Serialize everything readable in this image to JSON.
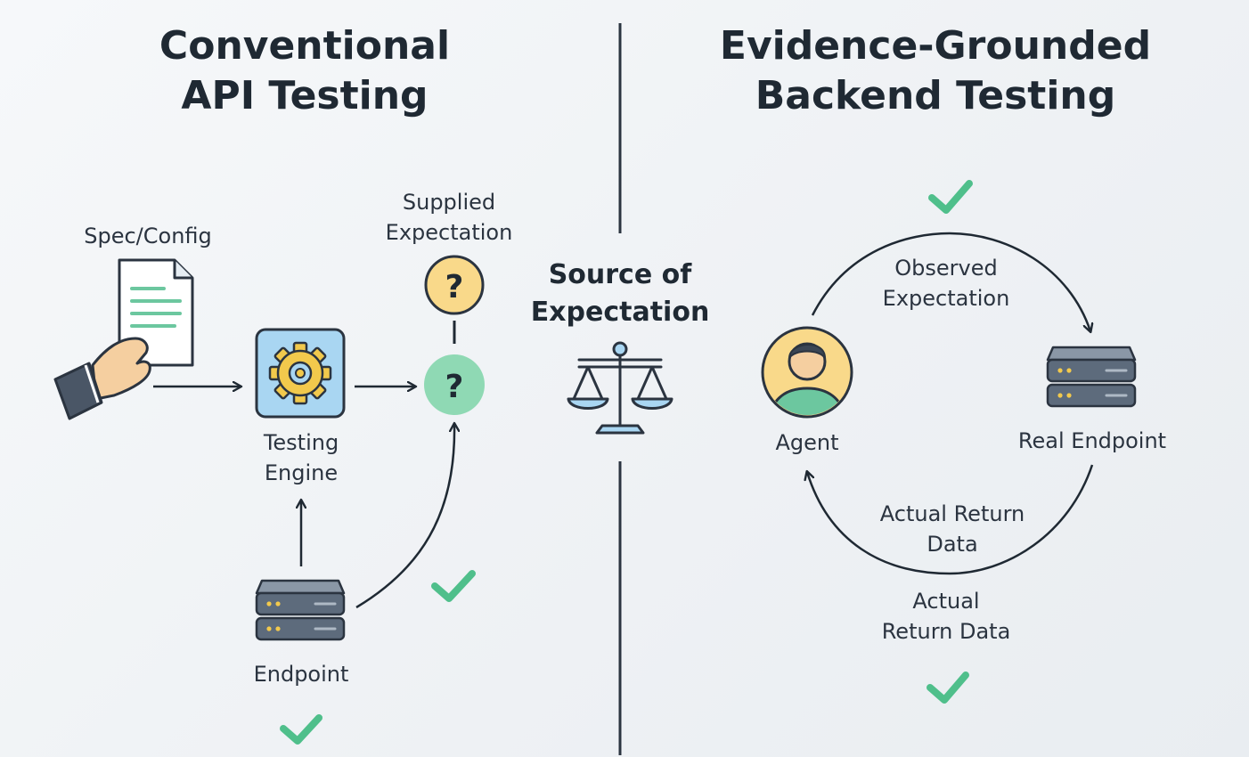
{
  "left_panel": {
    "title_line1": "Conventional",
    "title_line2": "API Testing",
    "spec_label": "Spec/Config",
    "supplied_line1": "Supplied",
    "supplied_line2": "Expectation",
    "engine_line1": "Testing",
    "engine_line2": "Engine",
    "endpoint_label": "Endpoint",
    "question_mark": "?"
  },
  "center": {
    "line1": "Source of",
    "line2": "Expectation"
  },
  "right_panel": {
    "title_line1": "Evidence-Grounded",
    "title_line2": "Backend Testing",
    "observed_line1": "Observed",
    "observed_line2": "Expectation",
    "agent_label": "Agent",
    "real_endpoint_label": "Real Endpoint",
    "actual_inner_line1": "Actual Return",
    "actual_inner_line2": "Data",
    "actual_outer_line1": "Actual",
    "actual_outer_line2": "Return Data"
  },
  "colors": {
    "check": "#4fbf8b",
    "question_yellow": "#f9d98a",
    "question_green": "#8fd9b4",
    "engine_box": "#a9d6f2",
    "gear": "#f2c94c",
    "server": "#5d6b7c",
    "divider": "#2b3440"
  }
}
